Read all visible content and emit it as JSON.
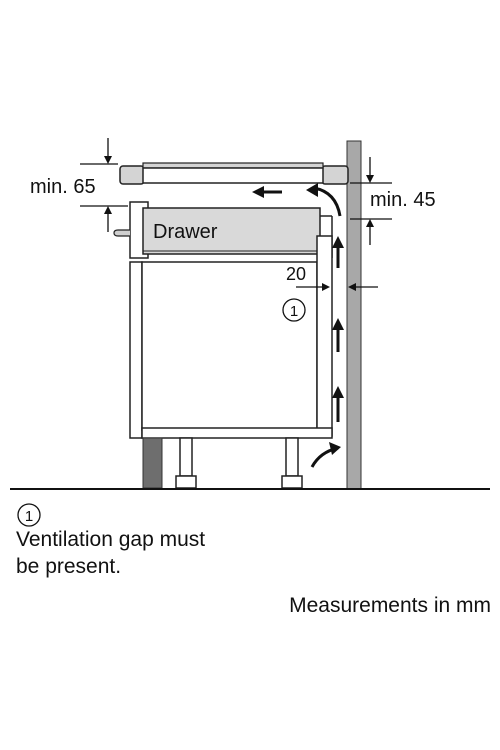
{
  "labels": {
    "min_top": "min. 65",
    "min_right": "min. 45",
    "drawer": "Drawer",
    "gap": "20",
    "marker": "1"
  },
  "note": {
    "marker": "1",
    "line1": "Ventilation gap must",
    "line2": "be present."
  },
  "footer": "Measurements in mm",
  "colors": {
    "wall": "#a8a8a8",
    "plinth": "#6e6e6e",
    "drawer_fill": "#d9d9d9",
    "hob_fill": "#d4d4d4",
    "line": "#1a1a1a"
  }
}
